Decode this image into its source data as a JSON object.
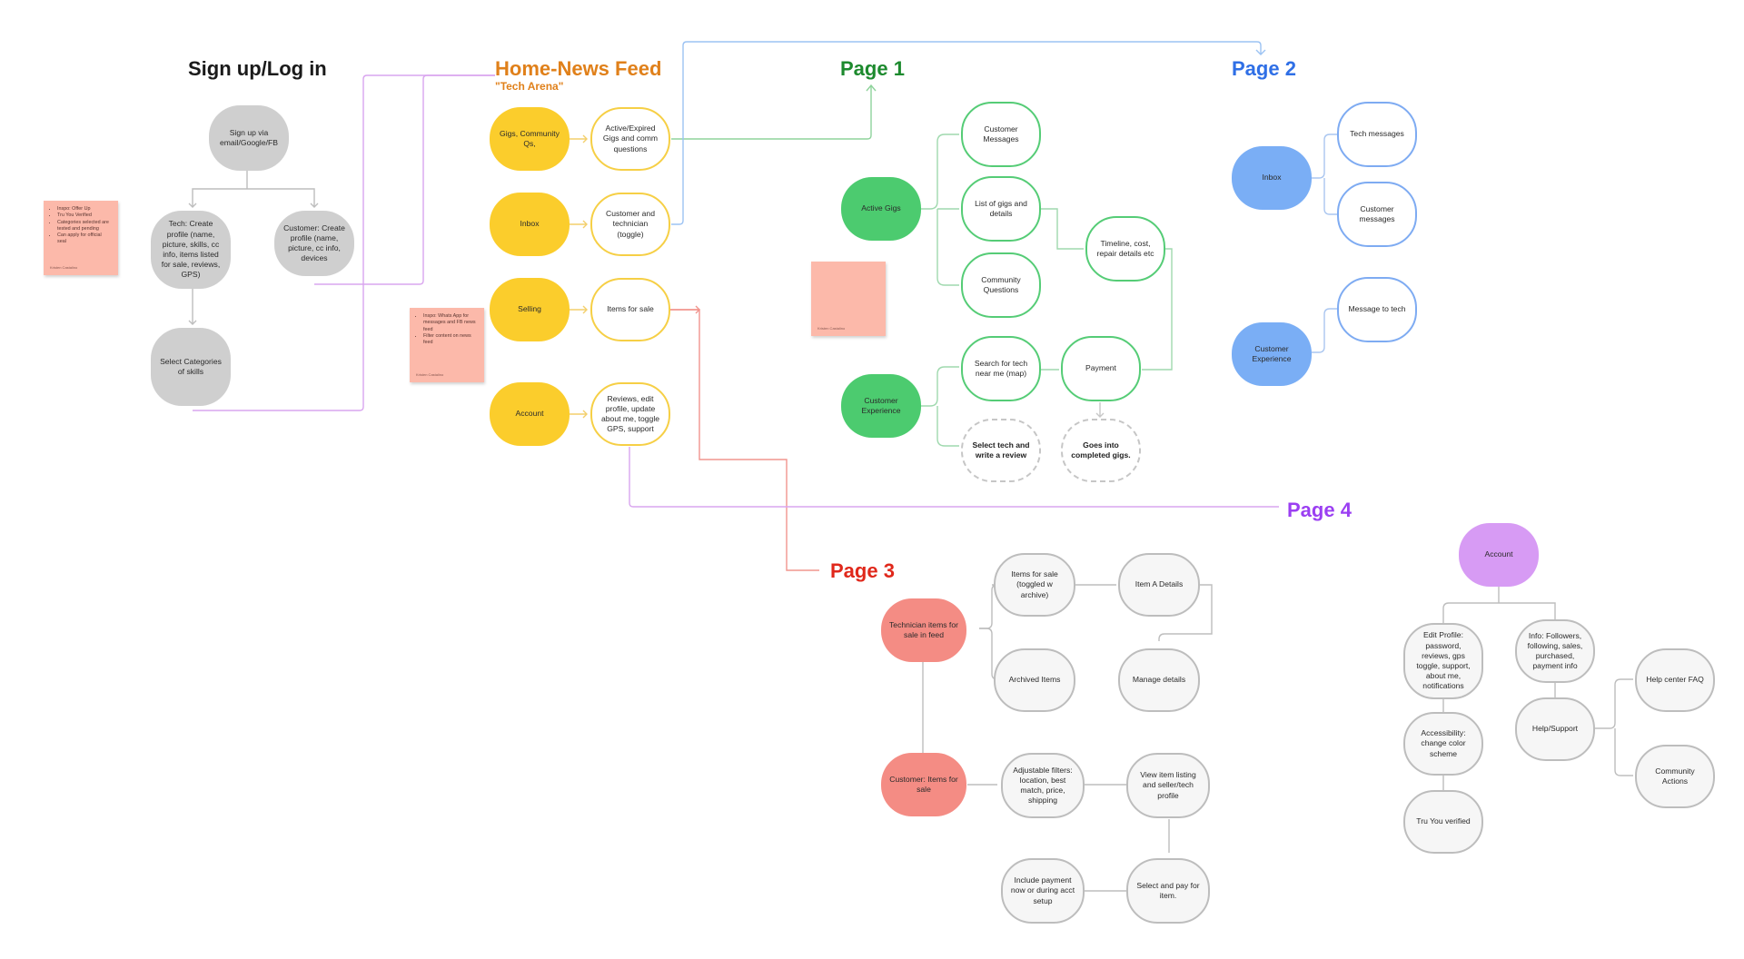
{
  "titles": {
    "signup": "Sign up/Log in",
    "home": "Home-News Feed",
    "home_sub": "\"Tech Arena\"",
    "page1": "Page 1",
    "page2": "Page 2",
    "page3": "Page 3",
    "page4": "Page 4"
  },
  "colors": {
    "signup": "#1a1a1a",
    "home": "#e0801a",
    "page1": "#1d8a2e",
    "page2": "#2f6fe6",
    "page3": "#e0281b",
    "page4": "#9b3ff2"
  },
  "signup": {
    "signup_via": "Sign up via email/Google/FB",
    "tech_create": "Tech: Create profile (name, picture, skills, cc info, items listed for sale, reviews, GPS)",
    "customer_create": "Customer: Create profile (name, picture, cc info, devices",
    "select_categories": "Select Categories of skills"
  },
  "home": {
    "gigs": "Gigs, Community Qs,",
    "gigs_detail": "Active/Expired Gigs and comm questions",
    "inbox": "Inbox",
    "inbox_detail": "Customer and technician (toggle)",
    "selling": "Selling",
    "selling_detail": "Items for sale",
    "account": "Account",
    "account_detail": "Reviews, edit profile, update about me, toggle GPS, support"
  },
  "page1": {
    "active_gigs": "Active Gigs",
    "customer_messages": "Customer Messages",
    "list_gigs": "List of gigs and details",
    "community_questions": "Community Questions",
    "timeline": "Timeline, cost, repair details etc",
    "customer_experience": "Customer Experience",
    "search_tech": "Search for tech near me (map)",
    "payment": "Payment",
    "select_review": "Select tech and write a review",
    "completed": "Goes into completed gigs."
  },
  "page2": {
    "inbox": "Inbox",
    "tech_messages": "Tech messages",
    "customer_messages": "Customer messages",
    "customer_experience": "Customer Experience",
    "message_tech": "Message to tech"
  },
  "page3": {
    "tech_items": "Technician items for sale in feed",
    "items_toggled": "Items for sale (toggled w archive)",
    "item_a": "Item A Details",
    "archived": "Archived Items",
    "manage": "Manage details",
    "customer_items": "Customer: Items for sale",
    "filters": "Adjustable filters: location, best match, price, shipping",
    "view_listing": "View item listing and seller/tech profile",
    "include_payment": "Include payment now or during acct setup",
    "select_pay": "Select and pay for item."
  },
  "page4": {
    "account": "Account",
    "edit_profile": "Edit Profile: password, reviews, gps toggle, support, about me, notifications",
    "info": "Info: Followers, following, sales, purchased, payment info",
    "accessibility": "Accessibility: change color scheme",
    "help_support": "Help/Support",
    "help_faq": "Help center FAQ",
    "community_actions": "Community Actions",
    "truyou": "Tru You verified"
  },
  "stickies": {
    "signup_items": [
      "Inspo: Offer Up",
      "Tru You Verified",
      "Categories selected are tested and pending",
      "Can apply for official seal"
    ],
    "signup_author": "Kristen Castalino",
    "home_items": [
      "Inspo: Whats App for messages and FB news feed",
      "Filter content on news feed"
    ],
    "home_author": "Kristen Castalino",
    "page1_author": "Kristen Castalino"
  }
}
